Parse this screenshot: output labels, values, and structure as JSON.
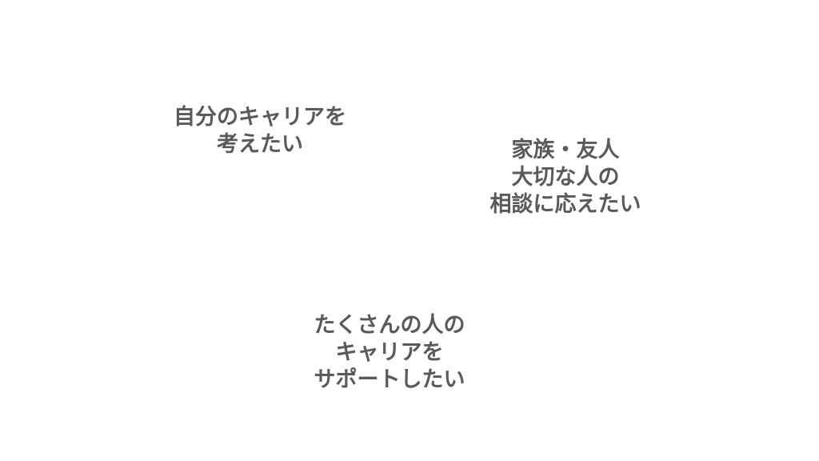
{
  "slide": {
    "blocks": [
      {
        "lines": [
          "自分のキャリアを",
          "考えたい"
        ]
      },
      {
        "lines": [
          "家族・友人",
          "大切な人の",
          "相談に応えたい"
        ]
      },
      {
        "lines": [
          "たくさんの人の",
          "キャリアを",
          "サポートしたい"
        ]
      }
    ],
    "text_color": "#5a5a5a"
  }
}
